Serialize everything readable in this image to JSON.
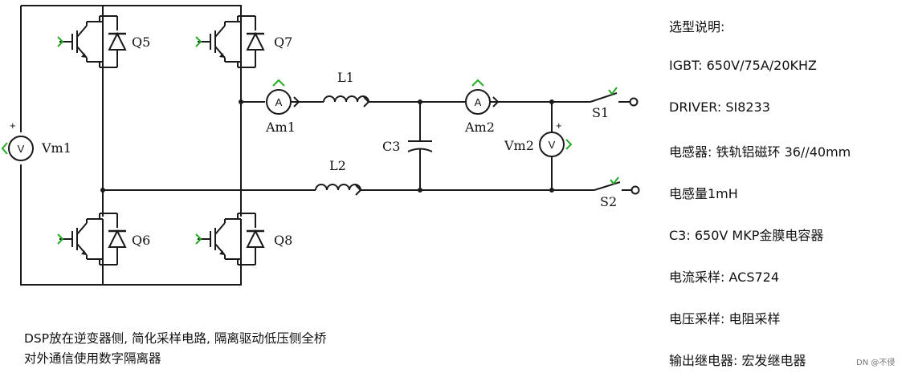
{
  "components": {
    "q5": "Q5",
    "q6": "Q6",
    "q7": "Q7",
    "q8": "Q8",
    "l1": "L1",
    "l2": "L2",
    "c3": "C3",
    "am1": "Am1",
    "am2": "Am2",
    "vm1": "Vm1",
    "vm2": "Vm2",
    "s1": "S1",
    "s2": "S2",
    "ammeter_symbol": "A",
    "voltmeter_symbol": "V",
    "plus_sign": "+"
  },
  "specs": {
    "title": "选型说明:",
    "items": [
      "IGBT: 650V/75A/20KHZ",
      "DRIVER: SI8233",
      "电感器: 铁轨铝磁环 36//40mm",
      "电感量1mH",
      "C3: 650V MKP金膜电容器",
      "电流采样: ACS724",
      "电压采样: 电阻采样",
      "输出继电器: 宏发继电器"
    ]
  },
  "notes": {
    "line1": "DSP放在逆变器侧, 简化采样电路, 隔离驱动低压侧全桥",
    "line2": "对外通信使用数字隔离器"
  },
  "watermark": "DN @不侵",
  "colors": {
    "wire": "#1a1a1a",
    "marker": "#22aa22"
  }
}
